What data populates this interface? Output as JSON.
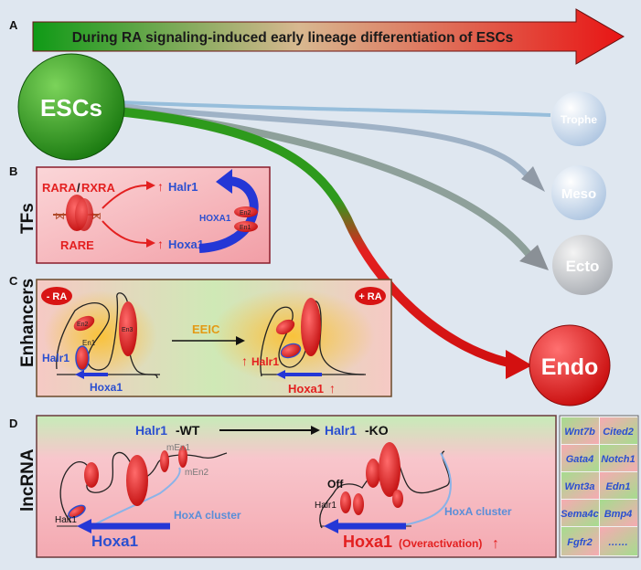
{
  "panel_a": {
    "letter": "A",
    "banner": "During RA signaling-induced early lineage differentiation of ESCs",
    "source": "ESCs",
    "targets": {
      "trophe": "Trophe",
      "meso": "Meso",
      "ecto": "Ecto",
      "endo": "Endo"
    }
  },
  "panel_b": {
    "letter": "B",
    "side_label": "TFs",
    "rara": "RARA",
    "slash": "/",
    "rxra": "RXRA",
    "rare": "RARE",
    "halr1": "Halr1",
    "hoxa1": "Hoxa1",
    "hoxa1_protein": "HOXA1",
    "en1": "En1",
    "en2": "En2",
    "up": "↑"
  },
  "panel_c": {
    "letter": "C",
    "side_label": "Enhancers",
    "minus_ra": "- RA",
    "plus_ra": "+ RA",
    "eeic": "EEIC",
    "en1": "En1",
    "en2": "En2",
    "en3": "En3",
    "halr1": "Halr1",
    "hoxa1": "Hoxa1",
    "up": "↑"
  },
  "panel_d": {
    "letter": "D",
    "side_label": "lncRNA",
    "halr1": "Halr1",
    "wt": "-WT",
    "ko": "-KO",
    "men1": "mEn1",
    "men2": "mEn2",
    "hoxa1": "Hoxa1",
    "hoxa_cluster": "HoxA cluster",
    "off": "Off",
    "overactivation": "(Overactivation)",
    "up": "↑"
  },
  "gene_grid": [
    "Wnt7b",
    "Cited2",
    "Gata4",
    "Notch1",
    "Wnt3a",
    "Edn1",
    "Sema4c",
    "Bmp4",
    "Fgfr2",
    "……"
  ],
  "colors": {
    "red": "#e32020",
    "blue": "#2b4fd0",
    "green": "#2e9a1c",
    "panel_pink": "#f7c4c9"
  }
}
